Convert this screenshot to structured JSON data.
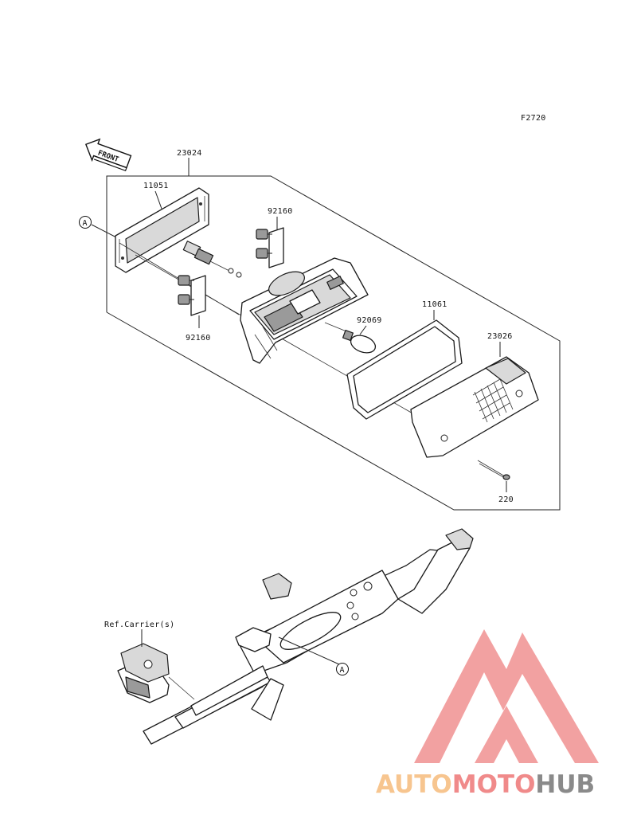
{
  "diagram": {
    "figure_code": "F2720",
    "front_label": "FRONT",
    "ref_note": "Ref.Carrier(s)",
    "reference_marker": "A",
    "parts": {
      "assembly": "23024",
      "gasket_upper": "11051",
      "socket_upper": "92160",
      "socket_lower": "92160",
      "bulb": "92069",
      "gasket_lower": "11061",
      "lens": "23026",
      "screw": "220"
    }
  },
  "watermark": {
    "word_part1": "AUTO",
    "word_part2": "MOTO",
    "word_part3": "HUB",
    "color_light": "#f7c58f",
    "color_red": "#f08a8a",
    "color_gray": "#8a8a8a"
  }
}
